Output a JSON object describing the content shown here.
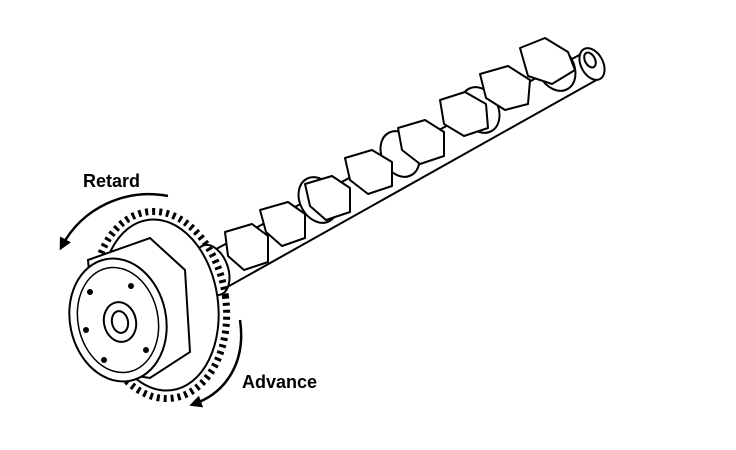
{
  "diagram": {
    "labels": {
      "retard": "Retard",
      "advance": "Advance"
    },
    "components": [
      {
        "id": "camshaft",
        "icon": "camshaft-icon"
      },
      {
        "id": "phaser",
        "icon": "cam-phaser-gear-icon"
      }
    ],
    "colors": {
      "ink": "#000000",
      "background": "#ffffff"
    }
  }
}
